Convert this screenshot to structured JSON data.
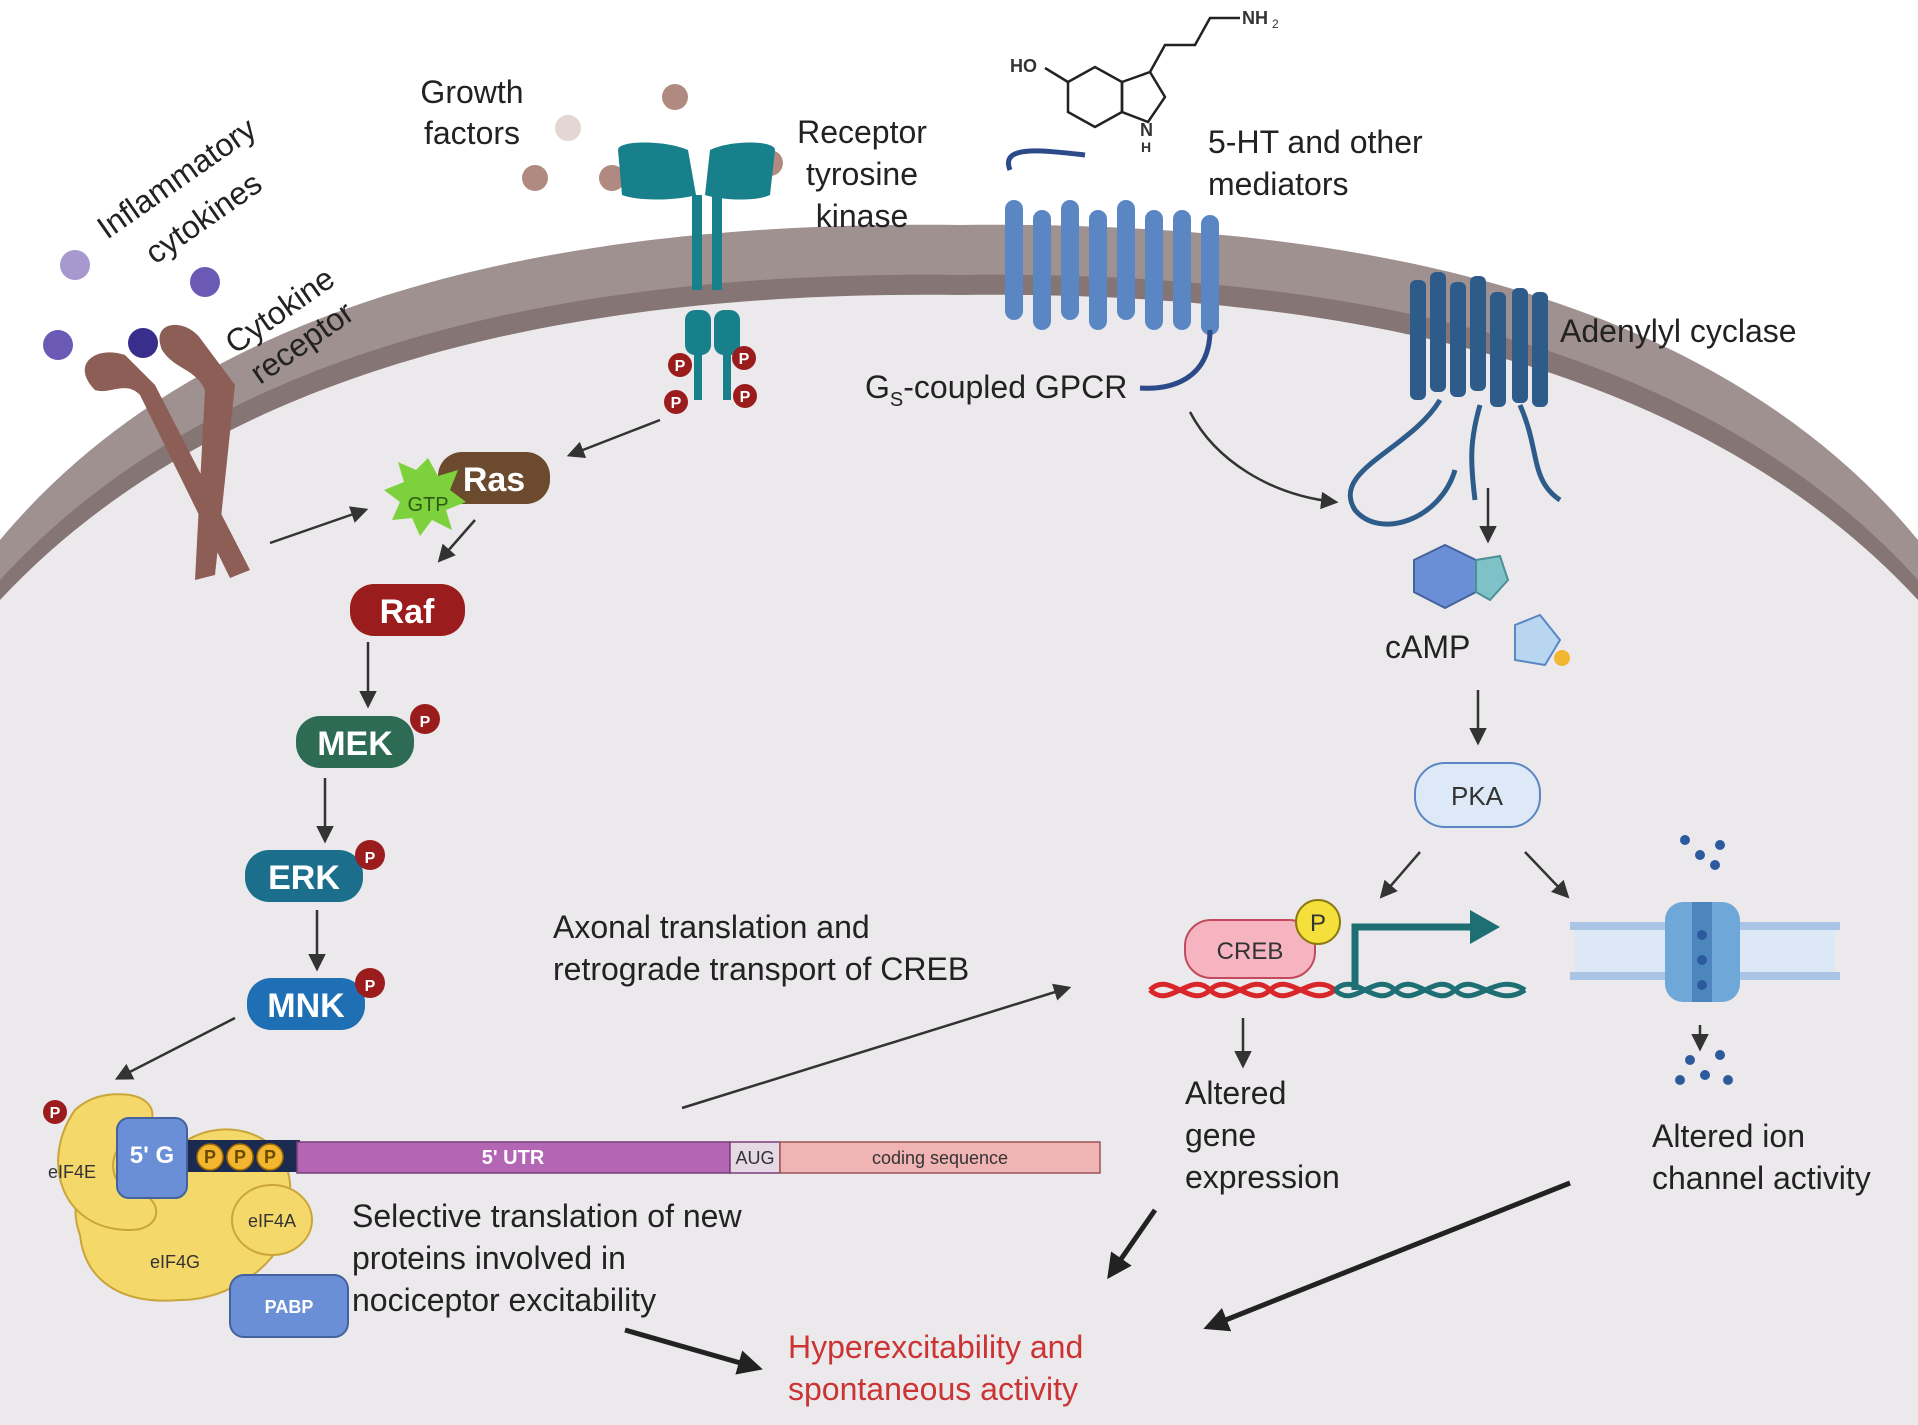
{
  "labels": {
    "inflammatory": [
      "Inflammatory",
      "cytokines"
    ],
    "growth": [
      "Growth",
      "factors"
    ],
    "rtk": [
      "Receptor",
      "tyrosine",
      "kinase"
    ],
    "ht": [
      "5-HT and other",
      "mediators"
    ],
    "cytokine_receptor": [
      "Cytokine",
      "receptor"
    ],
    "gpcr": [
      "G",
      "S",
      "-coupled GPCR"
    ],
    "adenylyl": "Adenylyl cyclase",
    "camp": "cAMP",
    "pka": "PKA",
    "creb": "CREB",
    "axonal": [
      "Axonal translation and",
      "retrograde transport of CREB"
    ],
    "gene": [
      "Altered",
      "gene",
      "expression"
    ],
    "ion": [
      "Altered ion",
      "channel activity"
    ],
    "selective": [
      "Selective translation of new",
      "proteins involved in",
      "nociceptor excitability"
    ],
    "outcome": [
      "Hyperexcitability and",
      "spontaneous activity"
    ]
  },
  "kinases": {
    "ras": "Ras",
    "gtp": "GTP",
    "raf": "Raf",
    "mek": "MEK",
    "erk": "ERK",
    "mnk": "MNK"
  },
  "mrna": {
    "cap": "5' G",
    "utr": "5' UTR",
    "aug": "AUG",
    "coding": "coding sequence",
    "eif4e": "eIF4E",
    "eif4a": "eIF4A",
    "eif4g": "eIF4G",
    "pabp": "PABP"
  },
  "molecule": {
    "ho": "HO",
    "nh2": "NH",
    "nh2_sub": "2",
    "nh": "N",
    "h": "H"
  },
  "phospho": "P",
  "colors": {
    "membrane": "#9e9190",
    "cytoplasm": "#ebe9eb",
    "ras": "#6b4a2e",
    "raf": "#9b1c1c",
    "mek": "#2e6b55",
    "erk": "#1b6f8c",
    "mnk": "#1f6fb5",
    "outcome": "#cc3333",
    "gpcr": "#5b86c4",
    "rtk": "#17808b"
  }
}
